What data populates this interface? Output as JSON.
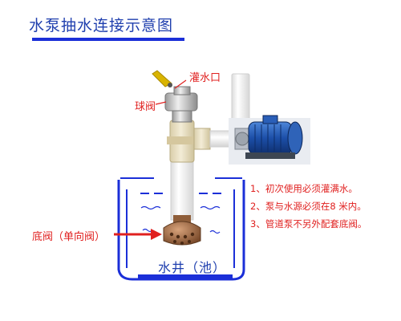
{
  "title": "水泵抽水连接示意图",
  "labels": {
    "fill_port": "灌水口",
    "ball_valve": "球阀",
    "foot_valve": "底阀（单向阀）",
    "well": "水井（池）"
  },
  "notes": [
    "1、初次使用必须灌满水。",
    "2、泵与水源必须在8 米内。",
    "3、管道泵不另外配套底阀。"
  ],
  "colors": {
    "title": "#1f3fae",
    "accent_blue": "#1b2fd8",
    "annotation_red": "#e0201f",
    "pipe": "#f4f4f4",
    "fitting": "#eae1c5",
    "motor_blue": "#1c4fa8",
    "foot_valve": "#a9744d"
  }
}
